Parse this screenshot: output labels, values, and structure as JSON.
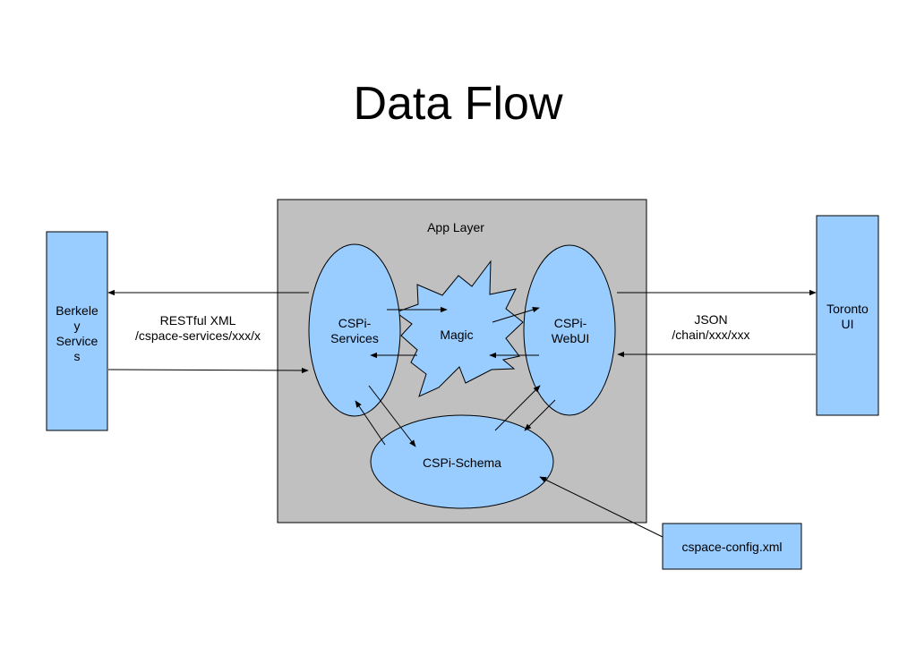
{
  "title": "Data Flow",
  "colors": {
    "box_fill": "#99ccff",
    "layer_fill": "#c0c0c0",
    "stroke": "#000000"
  },
  "nodes": {
    "berkeley": [
      "Berkele",
      "y",
      "Service",
      "s"
    ],
    "toronto": [
      "Toronto",
      "UI"
    ],
    "app_layer": "App Layer",
    "cspi_services": [
      "CSPi-",
      "Services"
    ],
    "magic": "Magic",
    "cspi_webui": [
      "CSPi-",
      "WebUI"
    ],
    "cspi_schema": "CSPi-Schema",
    "config": "cspace-config.xml"
  },
  "edges": {
    "left": [
      "RESTful XML",
      "/cspace-services/xxx/x"
    ],
    "right": [
      "JSON",
      "/chain/xxx/xxx"
    ]
  }
}
